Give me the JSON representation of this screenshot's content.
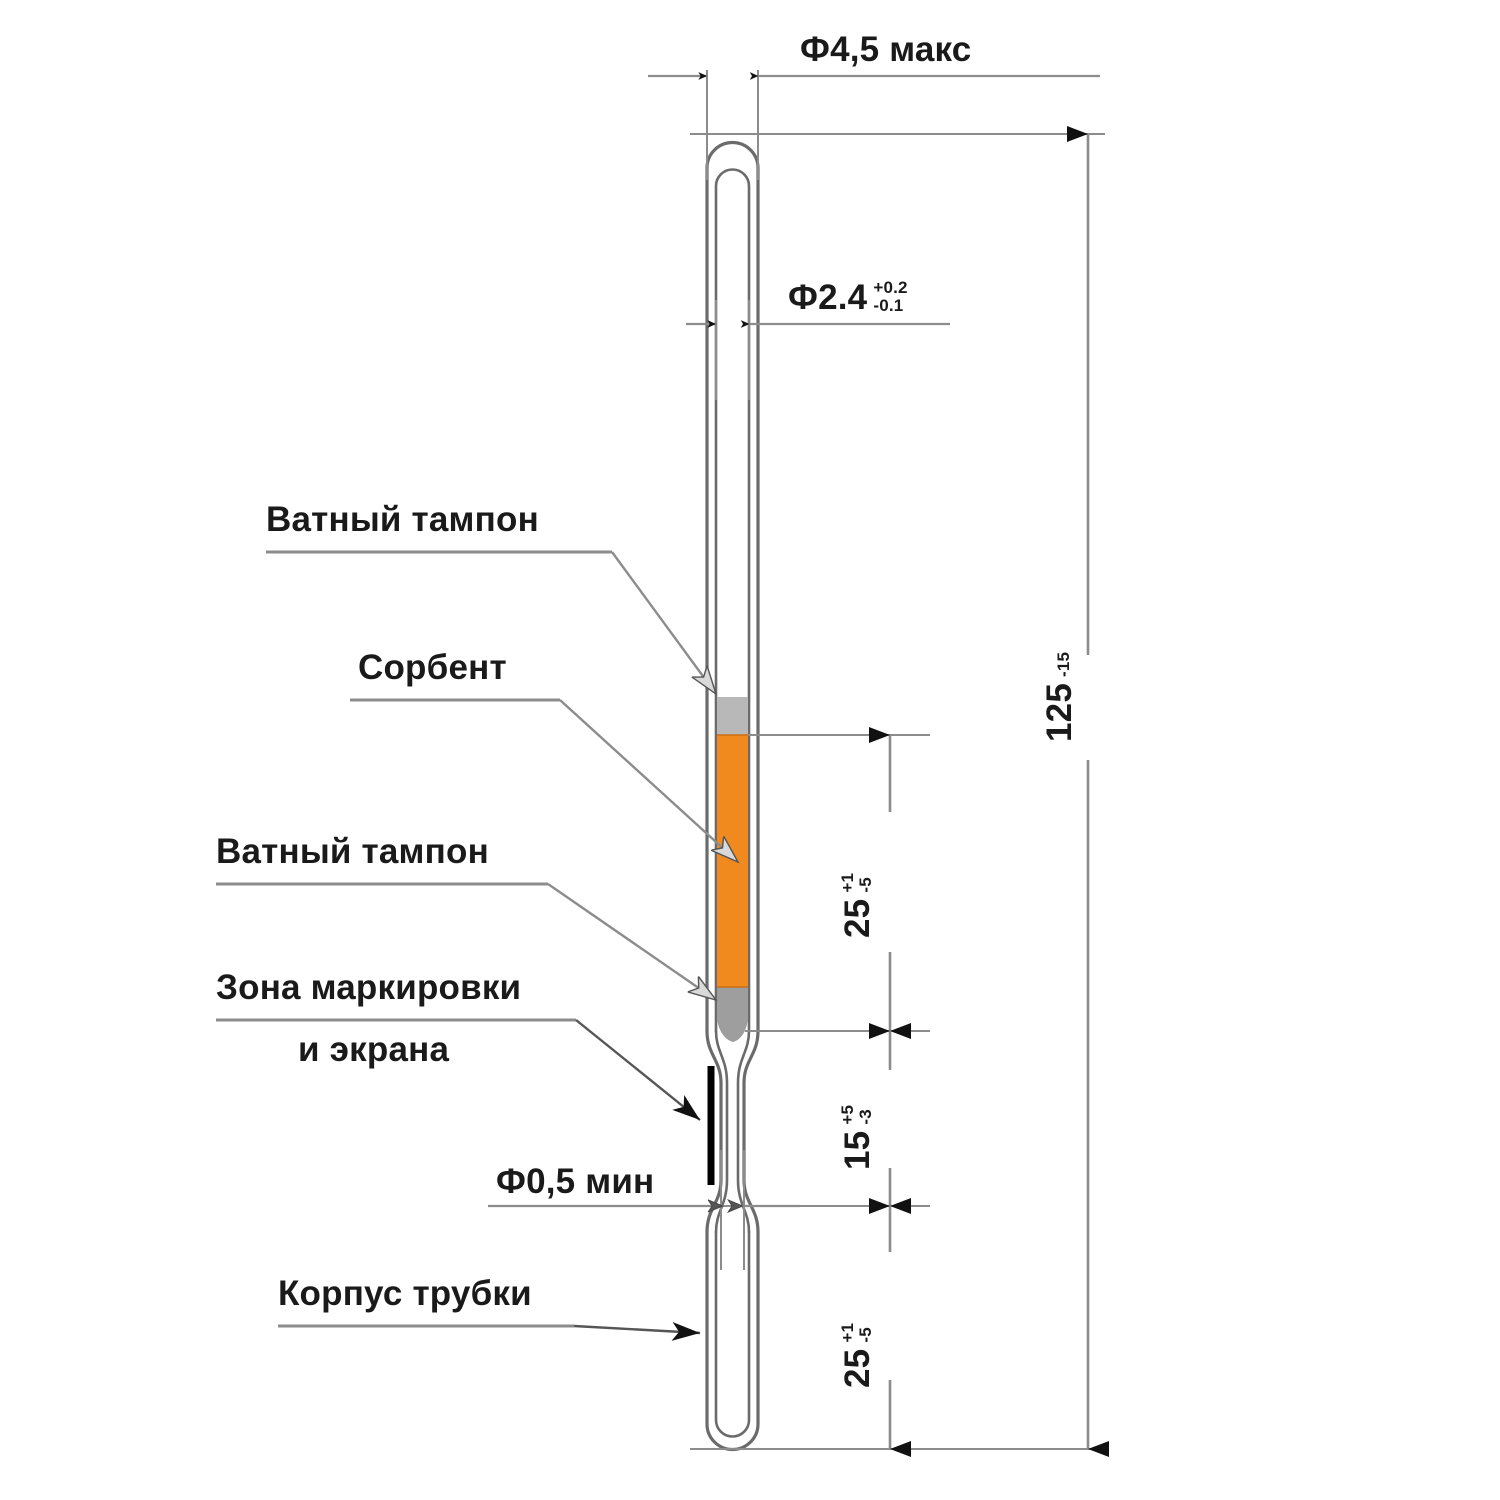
{
  "drawing": {
    "title": "Чертеж сорбционной трубки",
    "units": "mm",
    "background_color": "#ffffff",
    "line_color": "#6b6b6b",
    "text_color": "#1a1a1a",
    "sorbent_color": "#F08A1E",
    "cotton_color": "#b3b3b3",
    "marking_bar_color": "#000000"
  },
  "callouts": [
    {
      "id": "cotton-top",
      "label": "Ватный тампон"
    },
    {
      "id": "sorbent",
      "label": "Сорбент"
    },
    {
      "id": "cotton-bottom",
      "label": "Ватный тампон"
    },
    {
      "id": "marking-zone-line1",
      "label": "Зона маркировки"
    },
    {
      "id": "marking-zone-line2",
      "label": "и экрана"
    },
    {
      "id": "tube-body",
      "label": "Корпус трубки"
    }
  ],
  "dimensions": {
    "outer_diameter": {
      "id": "dia-outer",
      "text": "Ф4,5 макс",
      "value": "4,5",
      "symbol": "Ф",
      "qualifier": "макс"
    },
    "inner_diameter": {
      "id": "dia-inner",
      "text": "Ф2.4",
      "value": "2.4",
      "symbol": "Ф",
      "tol_upper": "+0.2",
      "tol_lower": "-0.1"
    },
    "neck_diameter": {
      "id": "dia-neck",
      "text": "Ф0,5 мин",
      "value": "0,5",
      "symbol": "Ф",
      "qualifier": "мин"
    },
    "total_length": {
      "id": "len-total",
      "value": "125",
      "tol_lower": "-15"
    },
    "sorbent_length": {
      "id": "len-sorbent",
      "value": "25",
      "tol_upper": "+1",
      "tol_lower": "-5"
    },
    "middle_length": {
      "id": "len-middle",
      "value": "15",
      "tol_upper": "+5",
      "tol_lower": "-3"
    },
    "bottom_length": {
      "id": "len-bottom",
      "value": "25",
      "tol_upper": "+1",
      "tol_lower": "-5"
    }
  }
}
